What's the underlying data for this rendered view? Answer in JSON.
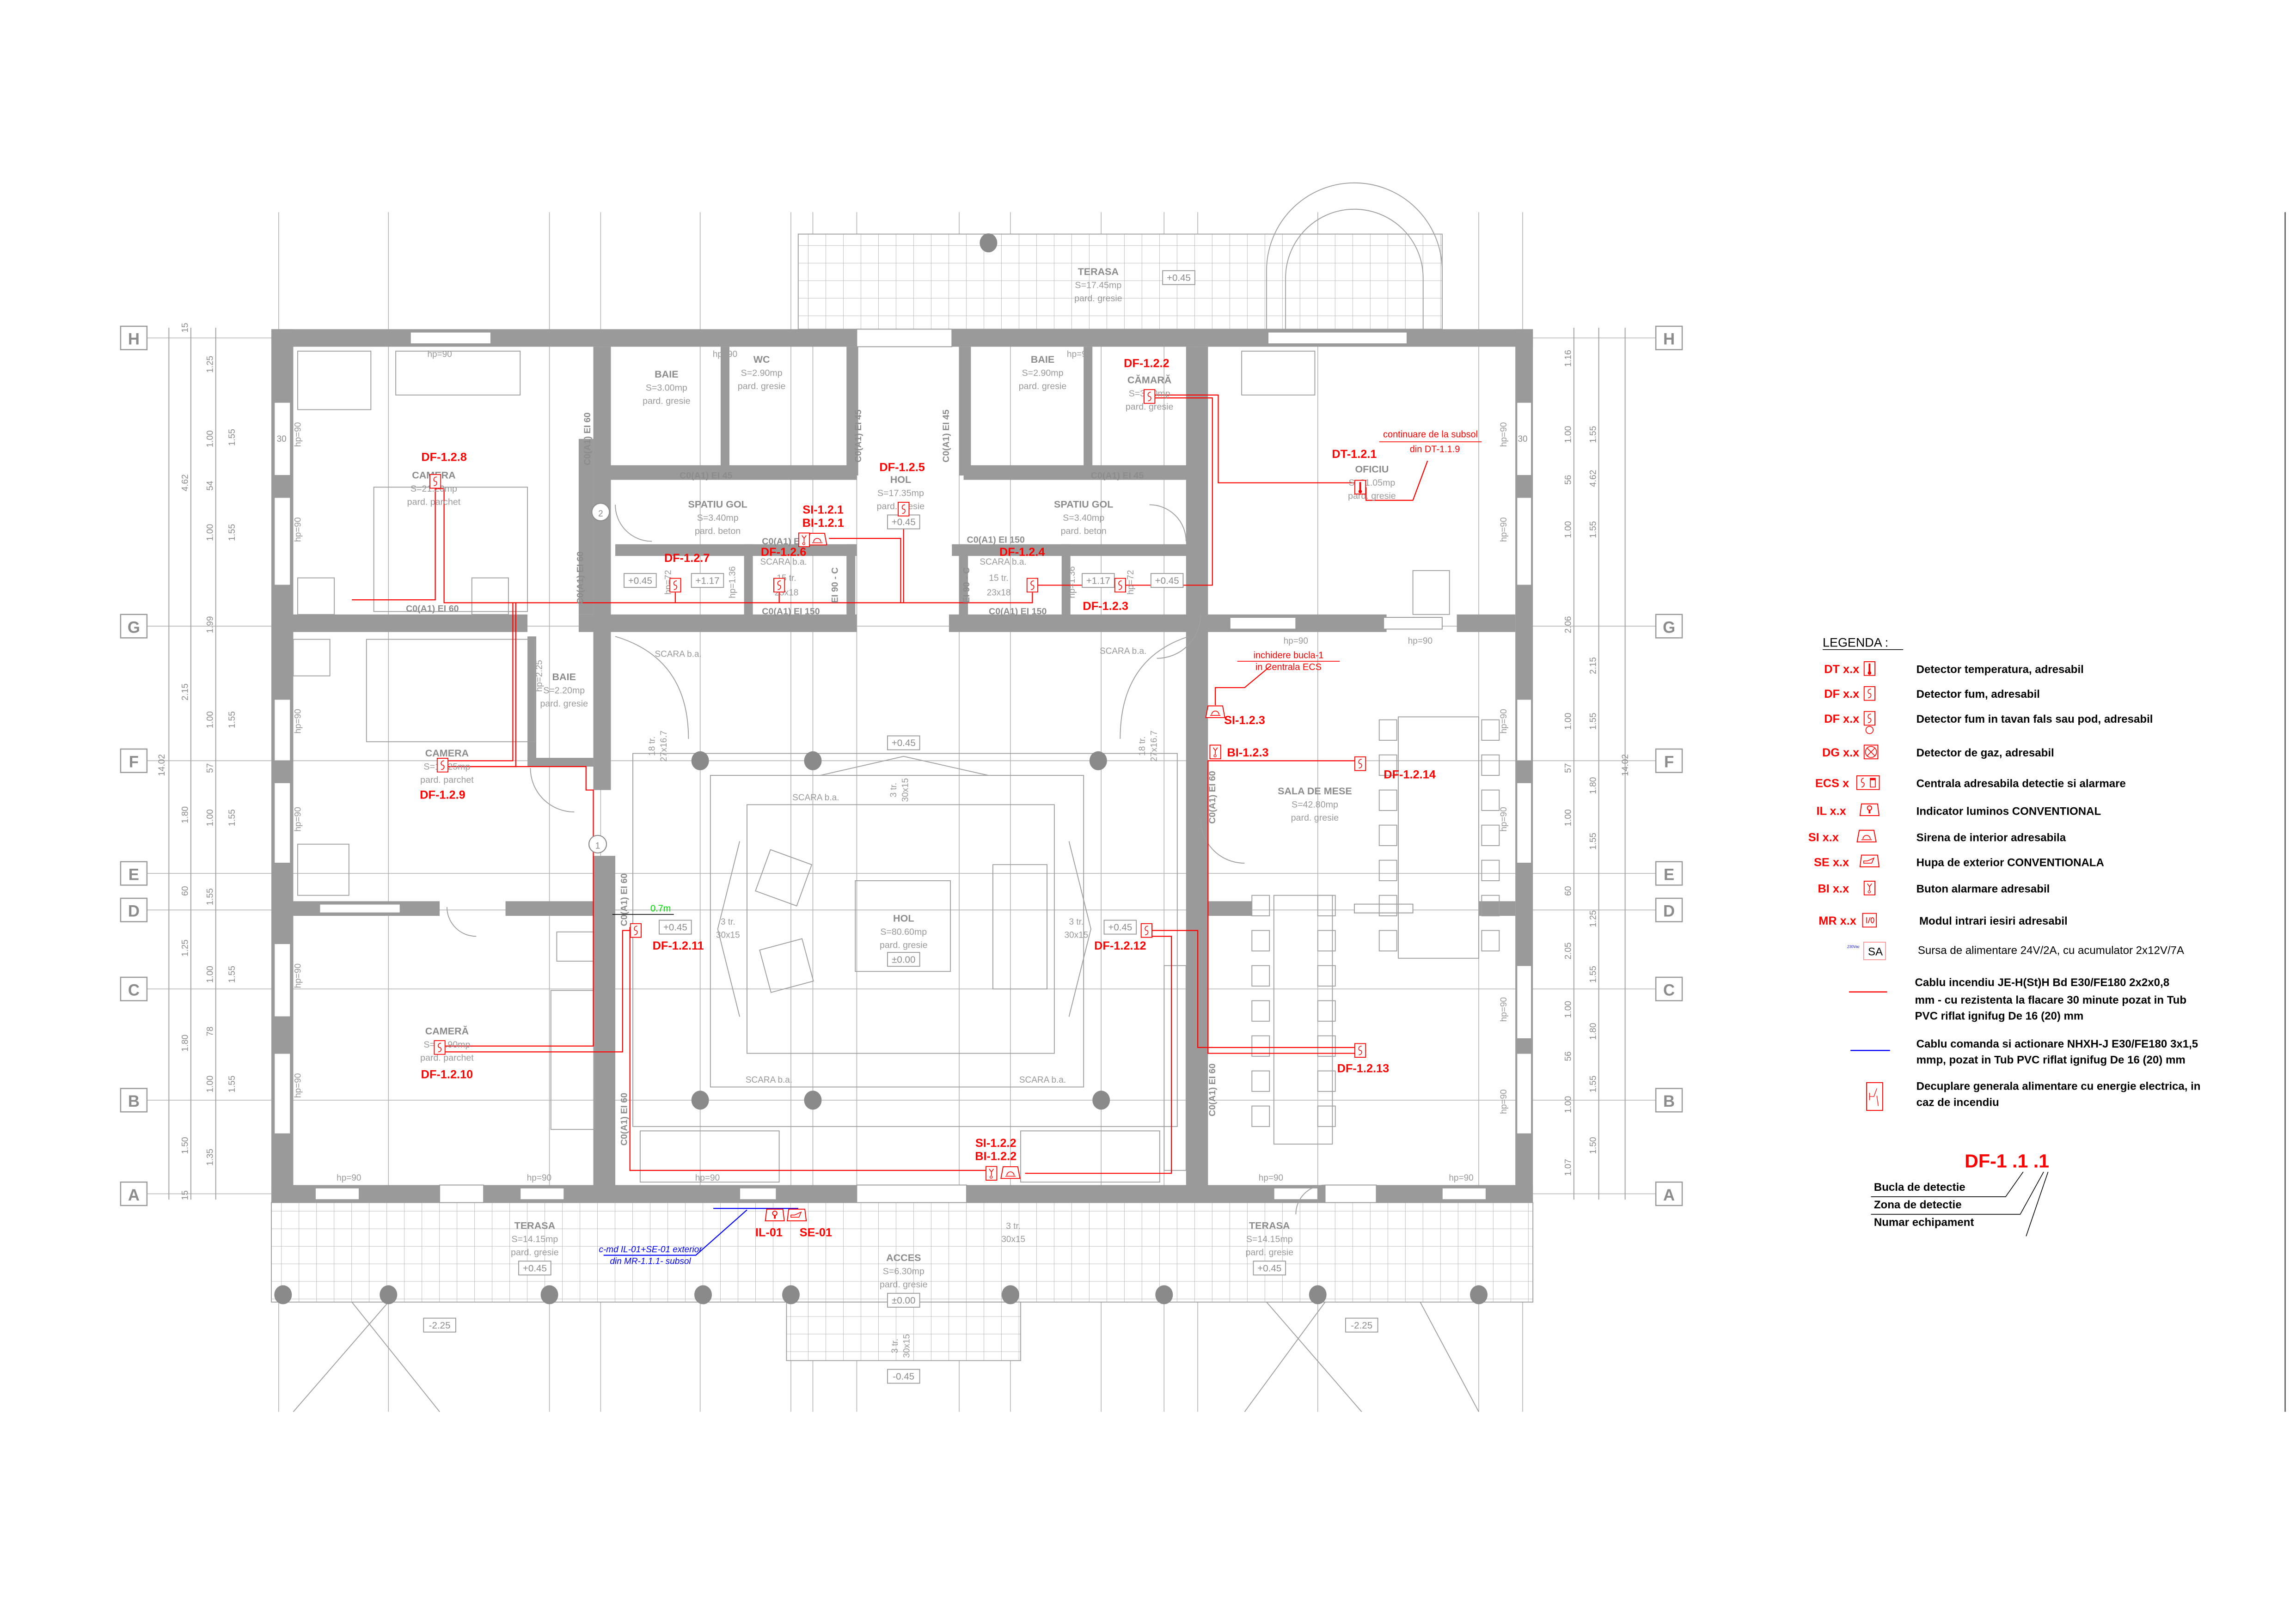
{
  "grid_axes": [
    "H",
    "G",
    "F",
    "E",
    "D",
    "C",
    "B",
    "A"
  ],
  "rooms": [
    {
      "name": "CAMERA",
      "area": "S=21.20mp",
      "floor": "pard. parchet"
    },
    {
      "name": "CAMERA",
      "area": "S=18.25mp",
      "floor": "pard. parchet"
    },
    {
      "name": "CAMERĂ",
      "area": "S=20.90mp",
      "floor": "pard. parchet"
    },
    {
      "name": "BAIE",
      "area": "S=3.00mp",
      "floor": "pard. gresie"
    },
    {
      "name": "WC",
      "area": "S=2.90mp",
      "floor": "pard. gresie"
    },
    {
      "name": "BAIE",
      "area": "S=2.90mp",
      "floor": "pard. gresie"
    },
    {
      "name": "CĂMARĂ",
      "area": "S=3.50mp",
      "floor": "pard. gresie"
    },
    {
      "name": "OFICIU",
      "area": "S=21.05mp",
      "floor": "pard. gresie"
    },
    {
      "name": "SPATIU GOL",
      "area": "S=3.40mp",
      "floor": "pard. beton"
    },
    {
      "name": "SPATIU GOL",
      "area": "S=3.40mp",
      "floor": "pard. beton"
    },
    {
      "name": "HOL",
      "area": "S=17.35mp",
      "floor": "pard. gresie"
    },
    {
      "name": "BAIE",
      "area": "S=2.20mp",
      "floor": "pard. gresie"
    },
    {
      "name": "HOL",
      "area": "S=80.60mp",
      "floor": "pard. gresie"
    },
    {
      "name": "SALA DE MESE",
      "area": "S=42.80mp",
      "floor": "pard. gresie"
    },
    {
      "name": "TERASA",
      "area": "S=17.45mp",
      "floor": "pard. gresie"
    },
    {
      "name": "TERASA",
      "area": "S=14.15mp",
      "floor": "pard. gresie"
    },
    {
      "name": "TERASA",
      "area": "S=14.15mp",
      "floor": "pard. gresie"
    },
    {
      "name": "ACCES",
      "area": "S=6.30mp",
      "floor": "pard. gresie"
    }
  ],
  "levels": [
    "+0.45",
    "+0.45",
    "+0.45",
    "+0.45",
    "+0.45",
    "+0.45",
    "+0.45",
    "+0.45",
    "+0.45",
    "+1.17",
    "+1.17",
    "±0.00",
    "±0.00",
    "-0.45",
    "-2.25",
    "-2.25"
  ],
  "wall_ratings": [
    "C0(A1) EI 60",
    "C0(A1) EI 60",
    "C0(A1) EI 60",
    "C0(A1) EI 60",
    "C0(A1) EI 60",
    "C0(A1) EI 60",
    "C0(A1) EI 60",
    "C0(A1) EI 45",
    "C0(A1) EI 45",
    "C0(A1) EI 45",
    "C0(A1) EI 45",
    "C0(A1) EI 150",
    "C0(A1) EI 150",
    "C0(A1) EI 150",
    "C0(A1) EI 150",
    "EI 90 - C",
    "EI 90 - C"
  ],
  "stair_labels": [
    "SCARA b.a.",
    "SCARA b.a.",
    "SCARA b.a.",
    "SCARA b.a.",
    "SCARA b.a.",
    "SCARA b.a.",
    "SCARA b.a.",
    "15 tr.",
    "23x18",
    "15 tr.",
    "23x18",
    "18 tr.",
    "27x16.7",
    "18 tr.",
    "27x16.7",
    "3 tr.",
    "30x15",
    "3 tr.",
    "30x15",
    "3 tr.",
    "30x15",
    "3 tr.",
    "30x15",
    "3 tr.",
    "30x15"
  ],
  "hp_labels": [
    "hp=90",
    "hp=90",
    "hp=90",
    "hp=90",
    "hp=90",
    "hp=90",
    "hp=90",
    "hp=90",
    "hp=90",
    "hp=90",
    "hp=90",
    "hp=90",
    "hp=90",
    "hp=90",
    "hp=90",
    "hp=90",
    "hp=90",
    "hp=90",
    "hp=90",
    "hp=90",
    "hp=90",
    "hp=90",
    "hp=1.36",
    "hp=1.36",
    "hp=72",
    "hp=72",
    "hp=2.25"
  ],
  "dimensions": {
    "left_total": "14.02",
    "left_axis_chain": [
      "15",
      "4.62",
      "2.15",
      "1.80",
      "60",
      "1.25",
      "1.80",
      "1.50",
      "15"
    ],
    "left_openings_chain": [
      "1.25",
      "1.00",
      "54",
      "1.00",
      "1.99",
      "1.00",
      "57",
      "1.00",
      "1.55",
      "1.00",
      "78",
      "1.00",
      "1.35"
    ],
    "left_window_heights": [
      "1.55",
      "1.55",
      "1.55",
      "1.55",
      "1.55",
      "1.55"
    ],
    "right_total": "14.02",
    "right_openings_chain": [
      "1.16",
      "1.00",
      "56",
      "1.00",
      "2.06",
      "1.00",
      "57",
      "1.00",
      "60",
      "2.05",
      "1.00",
      "56",
      "1.00",
      "1.07"
    ],
    "right_axis_chain": [
      "1.55",
      "4.62",
      "1.55",
      "2.15",
      "1.55",
      "1.80",
      "1.55",
      "1.25",
      "1.55",
      "1.80",
      "1.55",
      "1.50"
    ],
    "wall_thickness": [
      "30",
      "30"
    ]
  },
  "door_markers": [
    "1",
    "2"
  ],
  "devices": [
    {
      "tag": "DT-1.2.1",
      "type": "temperature-detector"
    },
    {
      "tag": "DF-1.2.2",
      "type": "smoke-detector"
    },
    {
      "tag": "DF-1.2.3",
      "type": "smoke-detector"
    },
    {
      "tag": "DF-1.2.4",
      "type": "smoke-detector"
    },
    {
      "tag": "DF-1.2.5",
      "type": "smoke-detector"
    },
    {
      "tag": "DF-1.2.6",
      "type": "smoke-detector"
    },
    {
      "tag": "DF-1.2.7",
      "type": "smoke-detector"
    },
    {
      "tag": "DF-1.2.8",
      "type": "smoke-detector"
    },
    {
      "tag": "DF-1.2.9",
      "type": "smoke-detector"
    },
    {
      "tag": "DF-1.2.10",
      "type": "smoke-detector"
    },
    {
      "tag": "DF-1.2.11",
      "type": "smoke-detector"
    },
    {
      "tag": "DF-1.2.12",
      "type": "smoke-detector"
    },
    {
      "tag": "DF-1.2.13",
      "type": "smoke-detector"
    },
    {
      "tag": "DF-1.2.14",
      "type": "smoke-detector"
    },
    {
      "tag": "SI-1.2.1",
      "type": "interior-siren"
    },
    {
      "tag": "BI-1.2.1",
      "type": "alarm-button"
    },
    {
      "tag": "SI-1.2.2",
      "type": "interior-siren"
    },
    {
      "tag": "BI-1.2.2",
      "type": "alarm-button"
    },
    {
      "tag": "SI-1.2.3",
      "type": "interior-siren"
    },
    {
      "tag": "BI-1.2.3",
      "type": "alarm-button"
    },
    {
      "tag": "IL-01",
      "type": "light-indicator"
    },
    {
      "tag": "SE-01",
      "type": "exterior-horn"
    }
  ],
  "notes": {
    "continuation_line1": "continuare de la subsol",
    "continuation_line2": "din DT-1.1.9",
    "loop_close_line1": "inchidere bucla-1",
    "loop_close_line2": "in Centrala ECS",
    "command_line1": "c-md IL-01+SE-01 exterior",
    "command_line2": "din MR-1.1.1- subsol",
    "distance": "0.7m"
  },
  "legend": {
    "title": "LEGENDA :",
    "items": [
      {
        "code": "DT x.x",
        "symbol": "thermometer-icon",
        "desc": "Detector temperatura, adresabil"
      },
      {
        "code": "DF x.x",
        "symbol": "smoke-detector-icon",
        "desc": "Detector fum, adresabil"
      },
      {
        "code": "DF x.x",
        "symbol": "ceiling-smoke-detector-icon",
        "desc": "Detector fum in tavan fals sau pod, adresabil"
      },
      {
        "code": "DG x.x",
        "symbol": "gas-detector-icon",
        "desc": "Detector de gaz, adresabil"
      },
      {
        "code": "ECS x",
        "symbol": "control-panel-icon",
        "desc": "Centrala adresabila detectie si alarmare"
      },
      {
        "code": "IL x.x",
        "symbol": "light-indicator-icon",
        "desc": "Indicator luminos CONVENTIONAL"
      },
      {
        "code": "SI x.x",
        "symbol": "siren-icon",
        "desc": "Sirena de interior adresabila"
      },
      {
        "code": "SE x.x",
        "symbol": "horn-icon",
        "desc": "Hupa de exterior CONVENTIONALA"
      },
      {
        "code": "BI x.x",
        "symbol": "alarm-button-icon",
        "desc": "Buton alarmare adresabil"
      },
      {
        "code": "MR x.x",
        "symbol": "io-module-icon",
        "desc": "Modul intrari iesiri adresabil"
      }
    ],
    "power_supply": {
      "label": "SA",
      "input": "230Vac",
      "desc": "Sursa de alimentare 24V/2A, cu acumulator 2x12V/7A"
    },
    "fire_cable": {
      "color": "#ff0000",
      "lines": [
        "Cablu incendiu JE-H(St)H Bd E30/FE180 2x2x0,8",
        "mm - cu rezistenta la flacare 30 minute pozat in Tub",
        "PVC  riflat ignifug De 16 (20) mm"
      ]
    },
    "command_cable": {
      "color": "#0000ff",
      "lines": [
        "Cablu comanda si actionare NHXH-J  E30/FE180 3x1,5",
        "mmp, pozat in Tub PVC  riflat ignifug De 16 (20) mm"
      ]
    },
    "power_cutoff": {
      "lines": [
        "Decuplare generala alimentare cu energie electrica, in",
        "caz de incendiu"
      ]
    },
    "tag_example": {
      "tag": "DF-1 .1 .1",
      "parts": [
        "Bucla de detectie",
        "Zona de detectie",
        "Numar echipament"
      ]
    }
  },
  "colors": {
    "fire_cable": "#ff0000",
    "command_cable": "#0000ff",
    "walls": "#9a9a9a",
    "distance": "#00dd00"
  }
}
